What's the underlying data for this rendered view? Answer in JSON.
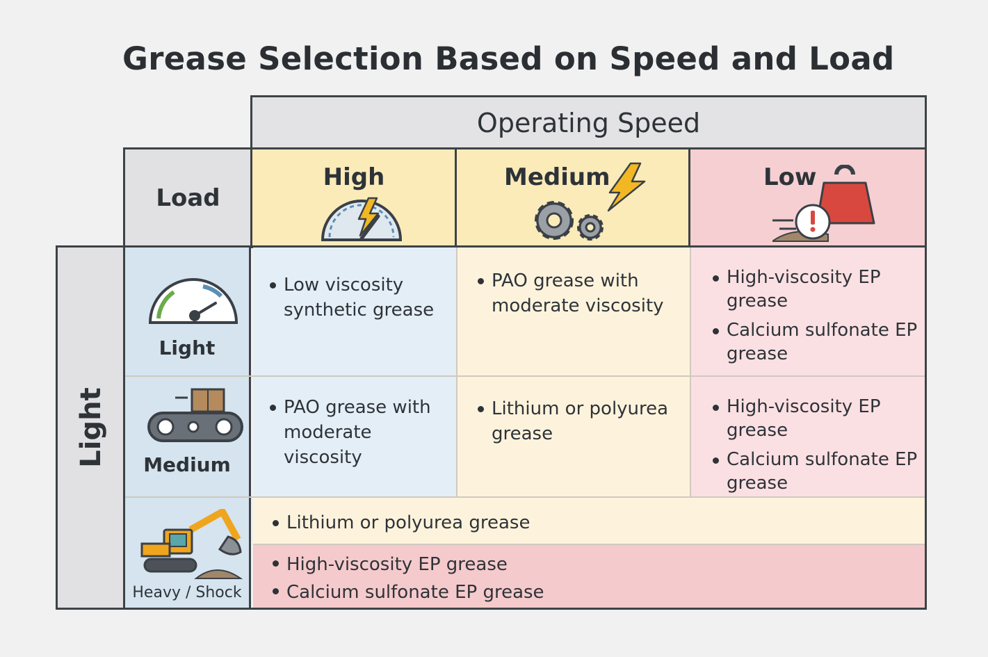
{
  "title": "Grease Selection Based on Speed and Load",
  "header": {
    "speed_label": "Operating Speed",
    "load_label": "Load",
    "side_label": "Light",
    "columns": [
      "High",
      "Medium",
      "Low"
    ]
  },
  "rows": [
    {
      "label": "Light",
      "cells": [
        [
          "Low viscosity synthetic grease"
        ],
        [
          "PAO grease with moderate viscosity"
        ],
        [
          "High-viscosity EP grease",
          "Calcium sulfonate EP grease"
        ]
      ]
    },
    {
      "label": "Medium",
      "cells": [
        [
          "PAO grease with moderate viscosity"
        ],
        [
          "Lithium or polyurea grease"
        ],
        [
          "High-viscosity EP grease",
          "Calcium sulfonate EP grease"
        ]
      ]
    },
    {
      "label": "Heavy / Shock",
      "bands": [
        [
          "Lithium or polyurea grease"
        ],
        [
          "High-viscosity EP grease",
          "Calcium sulfonate EP grease"
        ]
      ]
    }
  ],
  "colors": {
    "high_header": "#fbebb9",
    "low_header": "#f5cfd2",
    "row_header": "#d5e4ef",
    "border": "#3d4246"
  },
  "icons": [
    "speedometer-lightning-icon",
    "gears-lightning-icon",
    "weight-warning-icon",
    "gauge-icon",
    "conveyor-box-icon",
    "excavator-icon"
  ]
}
